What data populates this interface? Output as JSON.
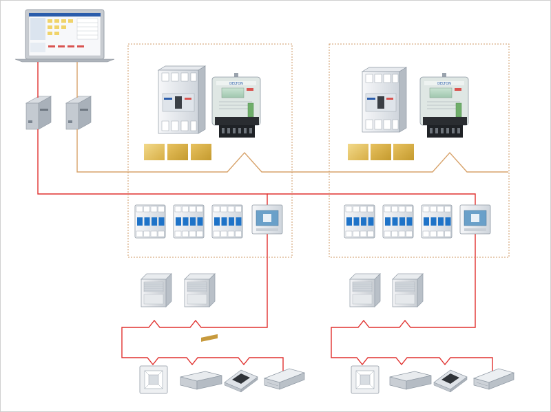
{
  "colors": {
    "background": "#ffffff",
    "frame_border": "#cfcfcf",
    "power_line": "#e0312f",
    "signal_line": "#d7a26a",
    "zone_border": "#cf9a66",
    "tile_gold_light": "#e3c46a",
    "tile_gold_dark": "#cfa53a",
    "device_body": "#eef1f4",
    "device_edge": "#9aa3ad",
    "breaker_blue": "#1e73c8",
    "laptop_frame": "#c8ccd1"
  },
  "laptop": {
    "icon": "laptop-icon"
  },
  "converters": [
    {
      "icon": "converter-box-icon",
      "line": "power"
    },
    {
      "icon": "converter-box-icon",
      "line": "signal"
    }
  ],
  "zones": [
    {
      "meter_section": {
        "breaker_icon": "molded-case-breaker-icon",
        "meter_icon": "energy-meter-icon",
        "meter_brand": "DELTON",
        "tiles": [
          "gold-tile",
          "gold-tile",
          "gold-tile"
        ]
      },
      "breakers": [
        "mcb-4pole-icon",
        "mcb-4pole-icon",
        "mcb-4pole-icon"
      ],
      "controller_icon": "control-module-icon",
      "outdoor_units": [
        "vrf-outdoor-unit-icon",
        "vrf-outdoor-unit-icon"
      ],
      "indoor_units": [
        "cassette-4way-icon",
        "duct-unit-icon",
        "cassette-small-icon",
        "ceiling-suspended-unit-icon"
      ]
    },
    {
      "meter_section": {
        "breaker_icon": "molded-case-breaker-icon",
        "meter_icon": "energy-meter-icon",
        "meter_brand": "DELTON",
        "tiles": [
          "gold-tile",
          "gold-tile",
          "gold-tile"
        ]
      },
      "breakers": [
        "mcb-4pole-icon",
        "mcb-4pole-icon",
        "mcb-4pole-icon"
      ],
      "controller_icon": "control-module-icon",
      "outdoor_units": [
        "vrf-outdoor-unit-icon",
        "vrf-outdoor-unit-icon"
      ],
      "indoor_units": [
        "cassette-4way-icon",
        "duct-unit-icon",
        "cassette-small-icon",
        "ceiling-suspended-unit-icon"
      ]
    }
  ]
}
